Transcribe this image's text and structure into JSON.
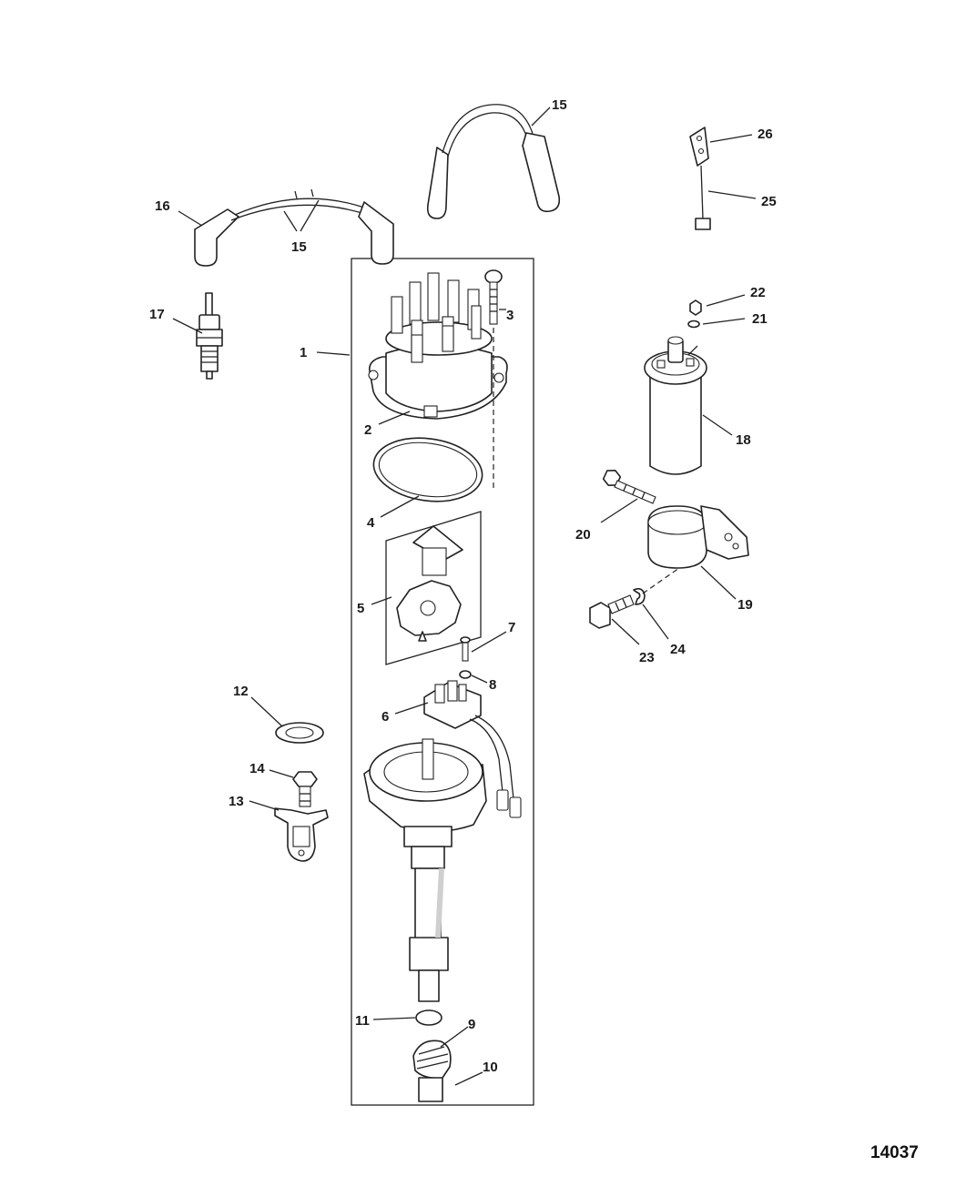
{
  "diagram": {
    "figure_id": "14037",
    "callouts": [
      {
        "id": "c1",
        "label": "1"
      },
      {
        "id": "c2",
        "label": "2"
      },
      {
        "id": "c3",
        "label": "3"
      },
      {
        "id": "c4",
        "label": "4"
      },
      {
        "id": "c5",
        "label": "5"
      },
      {
        "id": "c6",
        "label": "6"
      },
      {
        "id": "c7",
        "label": "7"
      },
      {
        "id": "c8",
        "label": "8"
      },
      {
        "id": "c9",
        "label": "9"
      },
      {
        "id": "c10",
        "label": "10"
      },
      {
        "id": "c11",
        "label": "11"
      },
      {
        "id": "c12",
        "label": "12"
      },
      {
        "id": "c13",
        "label": "13"
      },
      {
        "id": "c14",
        "label": "14"
      },
      {
        "id": "c15a",
        "label": "15"
      },
      {
        "id": "c15b",
        "label": "15"
      },
      {
        "id": "c16",
        "label": "16"
      },
      {
        "id": "c17",
        "label": "17"
      },
      {
        "id": "c18",
        "label": "18"
      },
      {
        "id": "c19",
        "label": "19"
      },
      {
        "id": "c20",
        "label": "20"
      },
      {
        "id": "c21",
        "label": "21"
      },
      {
        "id": "c22",
        "label": "22"
      },
      {
        "id": "c23",
        "label": "23"
      },
      {
        "id": "c24",
        "label": "24"
      },
      {
        "id": "c25",
        "label": "25"
      },
      {
        "id": "c26",
        "label": "26"
      }
    ]
  }
}
